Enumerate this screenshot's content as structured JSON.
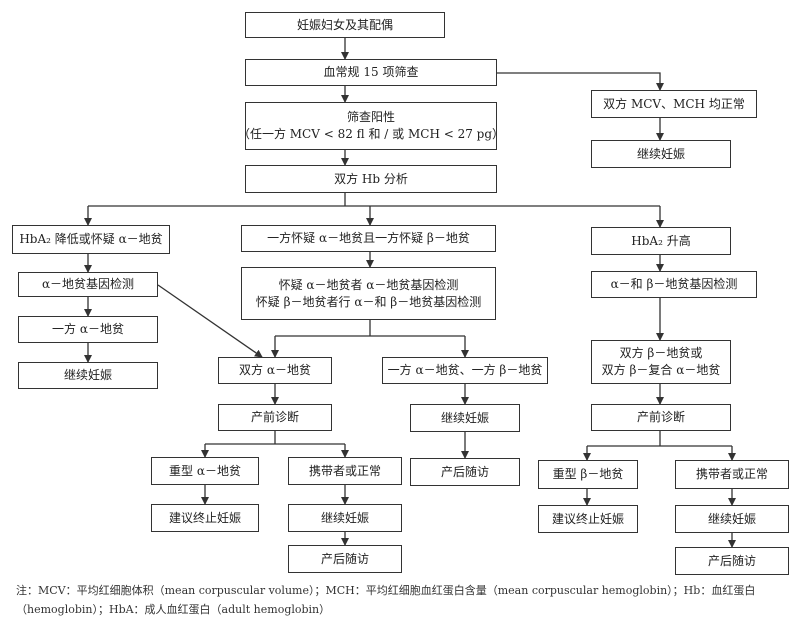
{
  "nodes": {
    "couple": "妊娠妇女及其配偶",
    "blood_test": "血常规 15 项筛查",
    "positive_line1": "筛查阳性",
    "positive_line2": "（任一方 MCV < 82 fl 和 / 或 MCH < 27 pg）",
    "normal_mcv": "双方 MCV、MCH 均正常",
    "continue_top_right": "继续妊娠",
    "hb_analysis": "双方 Hb 分析",
    "hba2_low": "HbA₂ 降低或怀疑 α－地贫",
    "one_alpha_one_beta": "一方怀疑 α－地贫且一方怀疑 β－地贫",
    "hba2_high": "HbA₂ 升高",
    "alpha_gene_test": "α－地贫基因检测",
    "suspect_line1": "怀疑 α－地贫者 α－地贫基因检测",
    "suspect_line2": "怀疑 β－地贫者行 α－和 β－地贫基因检测",
    "ab_gene_test": "α－和 β－地贫基因检测",
    "one_side_alpha": "一方 α－地贫",
    "continue_left": "继续妊娠",
    "both_alpha": "双方 α－地贫",
    "alpha_and_beta": "一方 α－地贫、一方 β－地贫",
    "both_beta_line1": "双方 β－地贫或",
    "both_beta_line2": "双方 β－复合 α－地贫",
    "prenatal_mid": "产前诊断",
    "continue_mid_right": "继续妊娠",
    "prenatal_right": "产前诊断",
    "severe_alpha": "重型 α－地贫",
    "carrier_mid": "携带者或正常",
    "followup_mid_right": "产后随访",
    "severe_beta": "重型 β－地贫",
    "carrier_right": "携带者或正常",
    "terminate_mid": "建议终止妊娠",
    "continue_mid_bottom": "继续妊娠",
    "terminate_right": "建议终止妊娠",
    "continue_right_bottom": "继续妊娠",
    "followup_mid_bottom": "产后随访",
    "followup_right_bottom": "产后随访"
  },
  "note": {
    "text": "注：MCV：平均红细胞体积（mean corpuscular volume）；MCH：平均红细胞血红蛋白含量（mean corpuscular hemoglobin）；Hb：血红蛋白（hemoglobin）；HbA：成人血红蛋白（adult hemoglobin）"
  },
  "colors": {
    "line": "#333333",
    "box_border": "#333333",
    "text": "#222222"
  }
}
